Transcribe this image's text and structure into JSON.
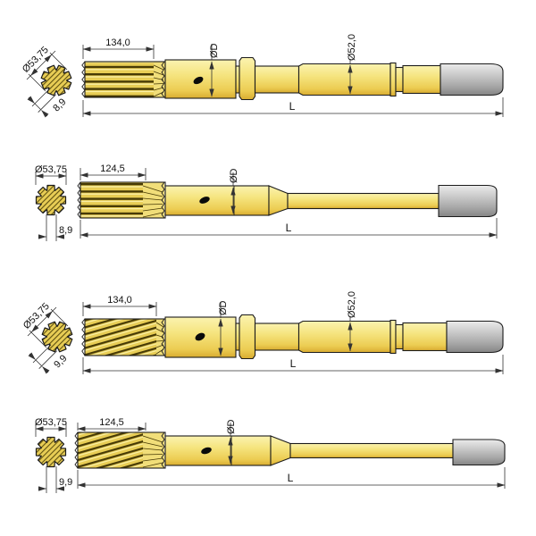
{
  "background": "#ffffff",
  "colors": {
    "background": "#ffffff",
    "part_outline": "#1c1c1c",
    "yellow_light": "#fbf3b0",
    "yellow_mid": "#f5e47e",
    "yellow_deep": "#eccc52",
    "yellow_shadow": "#d8ac31",
    "yellow_flat": "#f1de79",
    "spline_yellow": "#e8cd55",
    "spline_dark": "#473a05",
    "hatch_line": "#5f5110",
    "gray_light": "#ebebeb",
    "gray_mid2": "#cfcfcf",
    "gray_mid": "#a8a8a8",
    "gray_dark": "#858585",
    "hole": "#0a0a0a",
    "dimension": "#333333",
    "text": "#111111"
  },
  "rows": [
    {
      "variant": "straight-spline-with-collar",
      "labels": {
        "section_diameter": "Ø53,75",
        "spline_width": "8,9",
        "spline_length": "134,0",
        "body_diameter": "ØD",
        "shaft_diameter": "Ø52,0",
        "total_length": "L"
      }
    },
    {
      "variant": "straight-spline-plain",
      "labels": {
        "section_diameter": "Ø53,75",
        "spline_width": "8,9",
        "spline_length": "124,5",
        "body_diameter": "ØD",
        "total_length": "L"
      }
    },
    {
      "variant": "helical-spline-with-collar",
      "labels": {
        "section_diameter": "Ø53,75",
        "spline_width": "9,9",
        "spline_length": "134,0",
        "body_diameter": "ØD",
        "shaft_diameter": "Ø52,0",
        "total_length": "L"
      }
    },
    {
      "variant": "helical-spline-plain",
      "labels": {
        "section_diameter": "Ø53,75",
        "spline_width": "9,9",
        "spline_length": "124,5",
        "body_diameter": "ØD",
        "total_length": "L"
      }
    }
  ]
}
